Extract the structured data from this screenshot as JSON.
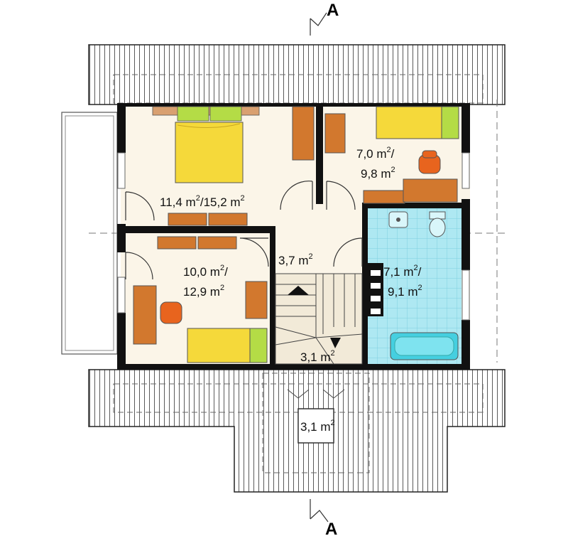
{
  "section_marker": {
    "letter": "A"
  },
  "rooms": [
    {
      "id": "bedroom-large",
      "area": "11,4 m",
      "total": "/15,2 m"
    },
    {
      "id": "bedroom-small",
      "area": "7,0 m",
      "total": "9,8 m"
    },
    {
      "id": "hall",
      "area": "3,7 m"
    },
    {
      "id": "bedroom-medium",
      "area": "10,0 m",
      "total": "12,9 m"
    },
    {
      "id": "bathroom",
      "area": "7,1 m",
      "total": "9,1 m"
    },
    {
      "id": "stairs",
      "area": "3,1 m"
    },
    {
      "id": "balcony",
      "area": "3,1 m"
    }
  ],
  "unit_power": "2",
  "colors": {
    "wall": "#111111",
    "floor": "#fbf5e8",
    "bathroom_floor": "#aee8f2",
    "bed": "#f5d93a",
    "pillow": "#b4dc46",
    "furniture": "#d2782e",
    "chair": "#e8641e"
  }
}
